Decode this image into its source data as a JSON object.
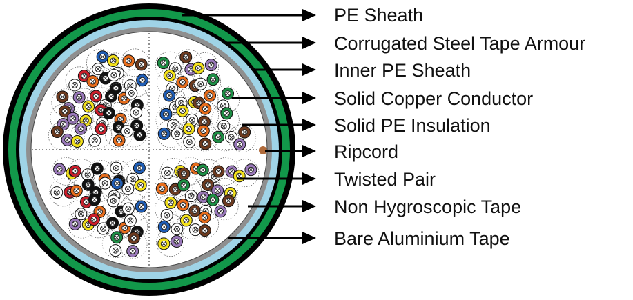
{
  "diagram": {
    "labels": [
      "PE Sheath",
      "Corrugated Steel Tape Armour",
      "Inner PE Sheath",
      "Solid Copper Conductor",
      "Solid PE Insulation",
      "Ripcord",
      "Twisted Pair",
      "Non Hygroscopic Tape",
      "Bare Aluminium Tape"
    ],
    "colors": {
      "outer_sheath": "#000000",
      "armour": "#12984a",
      "aluminium": "#9fd3e6",
      "non_hygroscopic_tape": "#8f8f8f",
      "core_fill": "#ffffff",
      "ripcord": "#b06a3a",
      "arrow": "#000000",
      "insulation_palette": [
        "#1f5db5",
        "#f4e21b",
        "#e86d1c",
        "#1d8f45",
        "#6d3a1f",
        "#9a79ba",
        "#cc1e2b",
        "#111111",
        "#ffffff"
      ]
    }
  }
}
